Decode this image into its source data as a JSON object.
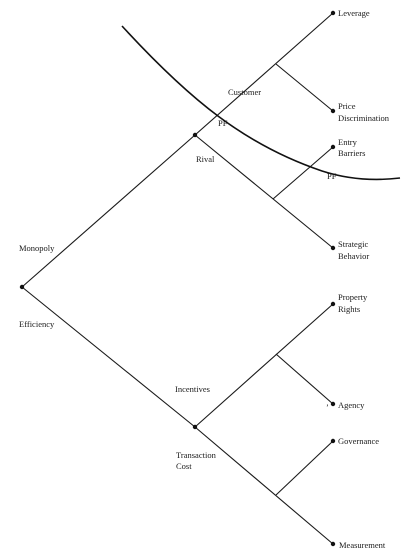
{
  "labels": {
    "leverage": "Leverage",
    "customer": "Customer",
    "price_discrimination": [
      "Price",
      "Discrimination"
    ],
    "pf_top": "PF",
    "entry_barriers": [
      "Entry",
      "Barriers"
    ],
    "rival": "Rival",
    "pf_bottom": "PF",
    "monopoly": "Monopoly",
    "strategic_behavior": [
      "Strategic",
      "Behavior"
    ],
    "property_rights": [
      "Property",
      "Rights"
    ],
    "efficiency": "Efficiency",
    "incentives": "Incentives",
    "agency_mark": "’",
    "agency": "Agency",
    "governance": "Governance",
    "transaction_cost": [
      "Transaction",
      "Cost"
    ],
    "measurement": "Measurement"
  }
}
